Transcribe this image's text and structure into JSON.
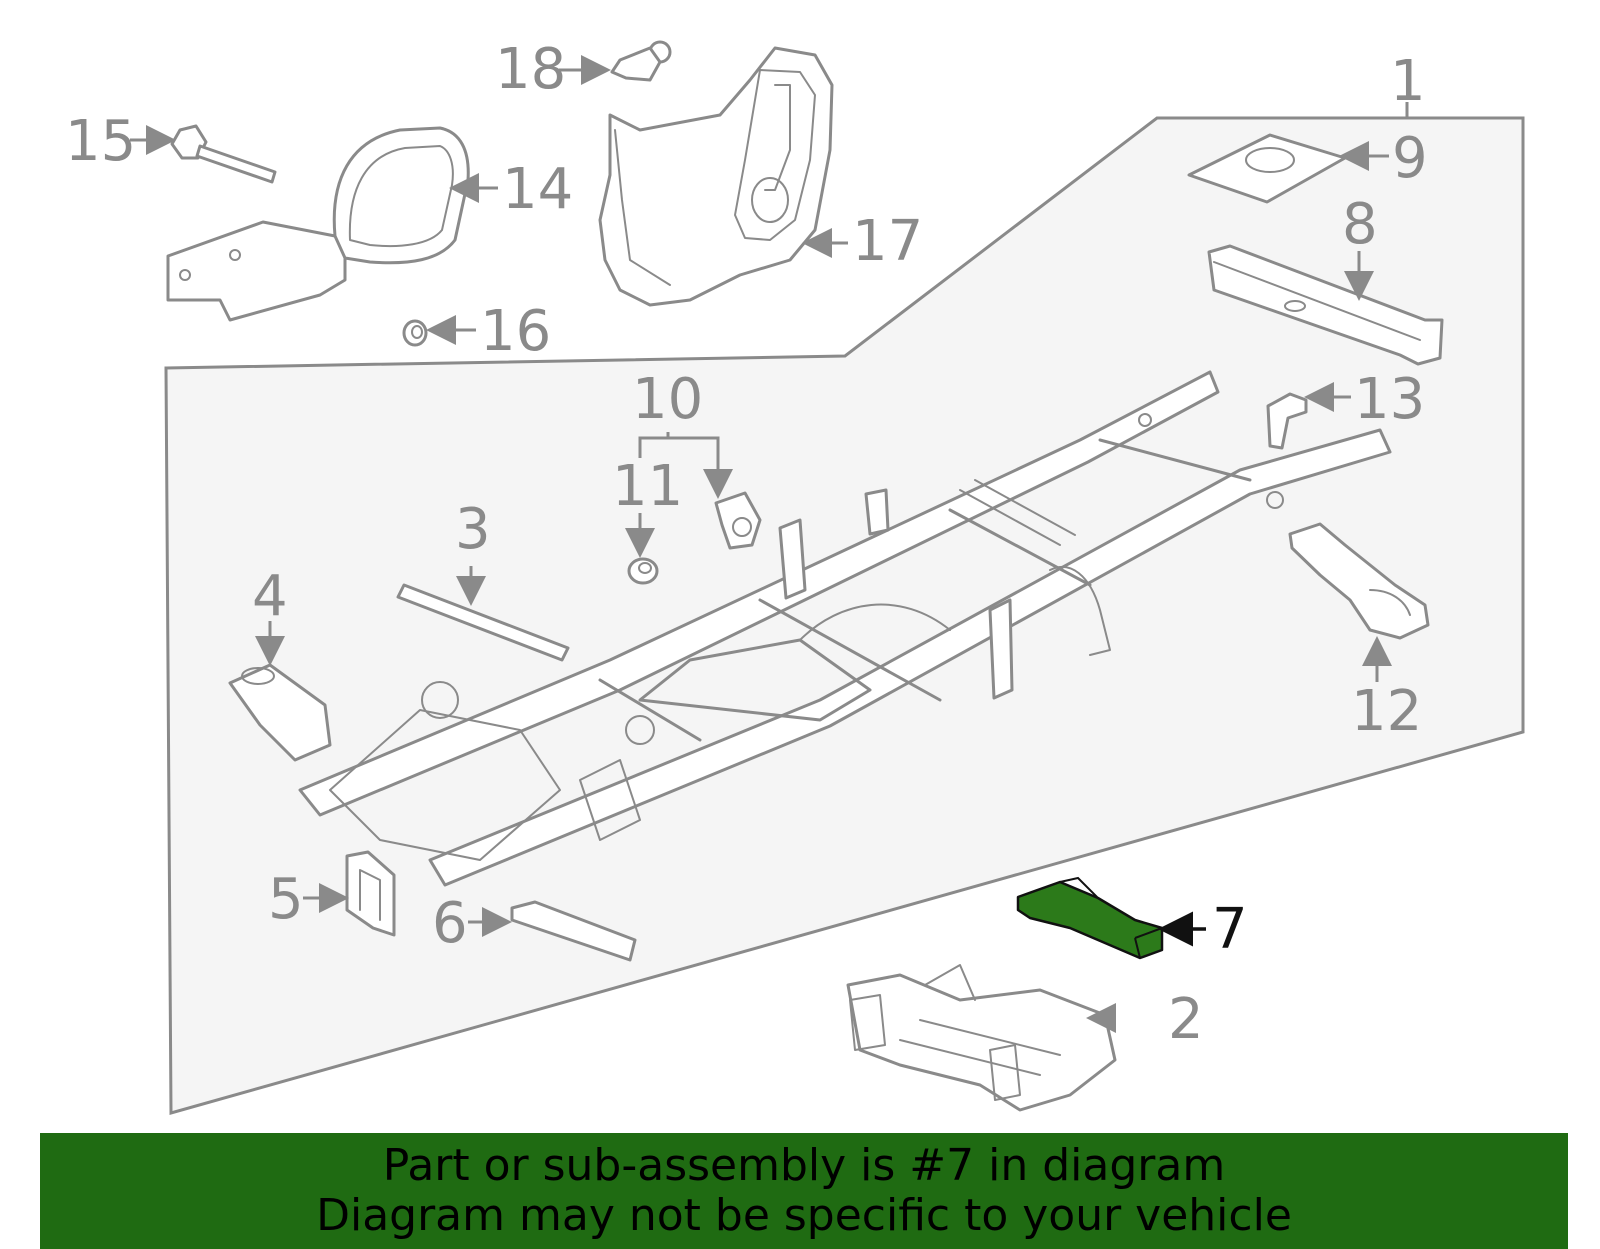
{
  "callouts": {
    "c1": "1",
    "c2": "2",
    "c3": "3",
    "c4": "4",
    "c5": "5",
    "c6": "6",
    "c7": "7",
    "c8": "8",
    "c9": "9",
    "c10": "10",
    "c11": "11",
    "c12": "12",
    "c13": "13",
    "c14": "14",
    "c15": "15",
    "c16": "16",
    "c17": "17",
    "c18": "18"
  },
  "highlighted_part": "7",
  "colors": {
    "outline": "#8a8a8a",
    "highlight_fill": "#2c7a1a",
    "banner": "#1f6b12",
    "background_panel": "#f5f5f5"
  },
  "banner": {
    "line1": "Part or sub-assembly is #7 in diagram",
    "line2": "Diagram may not be specific to your vehicle"
  }
}
